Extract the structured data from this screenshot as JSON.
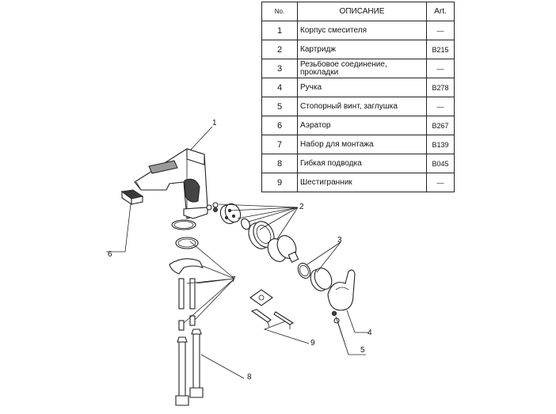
{
  "table": {
    "headers": {
      "no": "No.",
      "description": "ОПИСАНИЕ",
      "art": "Art."
    },
    "rows": [
      {
        "no": "1",
        "description": "Корпус смесителя",
        "art": "—"
      },
      {
        "no": "2",
        "description": "Картридж",
        "art": "B215"
      },
      {
        "no": "3",
        "description": "Резьбовое соединение, прокладки",
        "art": "—"
      },
      {
        "no": "4",
        "description": "Ручка",
        "art": "B278"
      },
      {
        "no": "5",
        "description": "Стопорный винт, заглушка",
        "art": "—"
      },
      {
        "no": "6",
        "description": "Аэратор",
        "art": "B267"
      },
      {
        "no": "7",
        "description": "Набор для монтажа",
        "art": "B139"
      },
      {
        "no": "8",
        "description": "Гибкая подводка",
        "art": "B045"
      },
      {
        "no": "9",
        "description": "Шестигранник",
        "art": "—"
      }
    ]
  },
  "callouts": {
    "c1": "1",
    "c2": "2",
    "c3": "3",
    "c4": "4",
    "c5": "5",
    "c6": "6",
    "c7": "7",
    "c8": "8",
    "c9": "9"
  }
}
